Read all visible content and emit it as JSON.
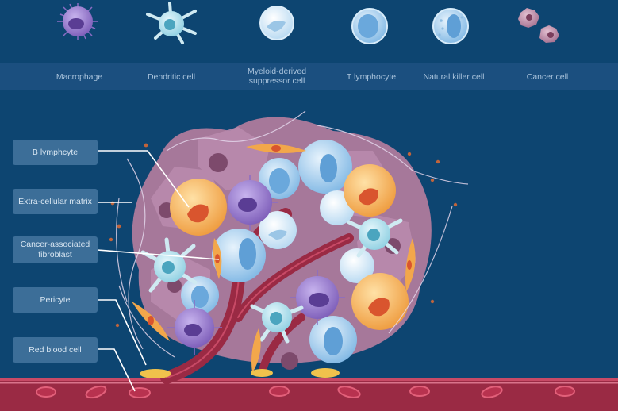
{
  "legend": {
    "items": [
      {
        "label": "Macrophage",
        "icon": "macrophage-icon"
      },
      {
        "label": "Dendritic cell",
        "icon": "dendritic-cell-icon"
      },
      {
        "label": "Myeloid-derived\nsuppressor cell",
        "icon": "myeloid-derived-suppressor-cell-icon"
      },
      {
        "label": "T lymphocyte",
        "icon": "t-lymphocyte-icon"
      },
      {
        "label": "Natural killer cell",
        "icon": "natural-killer-cell-icon"
      },
      {
        "label": "Cancer cell",
        "icon": "cancer-cell-icon"
      }
    ]
  },
  "callouts": [
    {
      "label": "B lymphcyte"
    },
    {
      "label": "Extra-cellular matrix"
    },
    {
      "label": "Cancer-associated\nfibroblast"
    },
    {
      "label": "Pericyte"
    },
    {
      "label": "Red blood cell"
    }
  ],
  "colors": {
    "background": "#0d4571",
    "band": "#1b4f7f",
    "callout_box": "#3c6e98",
    "vessel": "#9a2a44",
    "macrophage": "#8e6cc4",
    "b_lymphocyte": "#f2a74b",
    "t_lymphocyte": "#8fc4ec",
    "cancer_cell": "#b8859e"
  }
}
